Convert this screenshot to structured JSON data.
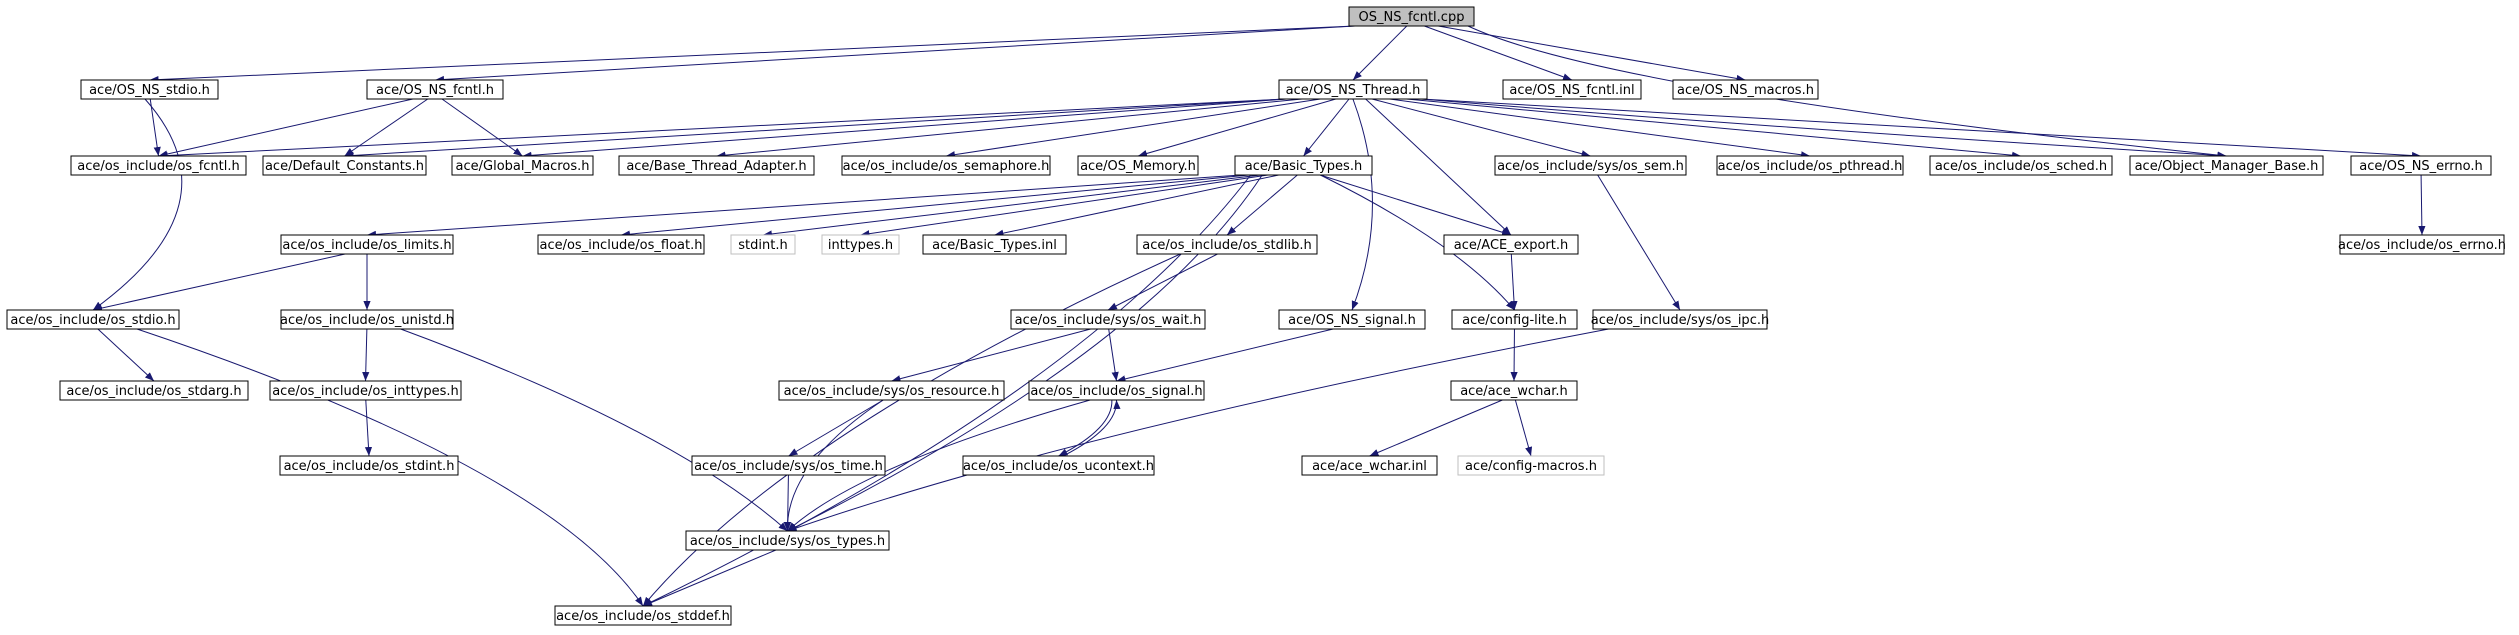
{
  "colors": {
    "edge": "#191970",
    "root_fill": "#bfbfbf",
    "node_border": "#000000",
    "missing_border": "#bfbfbf",
    "background": "#ffffff"
  },
  "nodes": [
    {
      "id": "n0",
      "label": "OS_NS_fcntl.cpp",
      "kind": "root"
    },
    {
      "id": "n1",
      "label": "ace/OS_NS_stdio.h"
    },
    {
      "id": "n2",
      "label": "ace/OS_NS_fcntl.h"
    },
    {
      "id": "n3",
      "label": "ace/OS_NS_Thread.h"
    },
    {
      "id": "n4",
      "label": "ace/OS_NS_fcntl.inl"
    },
    {
      "id": "n5",
      "label": "ace/OS_NS_macros.h"
    },
    {
      "id": "n6",
      "label": "ace/os_include/os_fcntl.h"
    },
    {
      "id": "n7",
      "label": "ace/Default_Constants.h"
    },
    {
      "id": "n8",
      "label": "ace/Global_Macros.h"
    },
    {
      "id": "n9",
      "label": "ace/Base_Thread_Adapter.h"
    },
    {
      "id": "n10",
      "label": "ace/os_include/os_semaphore.h"
    },
    {
      "id": "n11",
      "label": "ace/OS_Memory.h"
    },
    {
      "id": "n12",
      "label": "ace/Basic_Types.h"
    },
    {
      "id": "n13",
      "label": "ace/os_include/sys/os_sem.h"
    },
    {
      "id": "n14",
      "label": "ace/os_include/os_pthread.h"
    },
    {
      "id": "n15",
      "label": "ace/os_include/os_sched.h"
    },
    {
      "id": "n16",
      "label": "ace/Object_Manager_Base.h"
    },
    {
      "id": "n17",
      "label": "ace/OS_NS_errno.h"
    },
    {
      "id": "n18",
      "label": "ace/os_include/os_limits.h"
    },
    {
      "id": "n19",
      "label": "ace/os_include/os_float.h"
    },
    {
      "id": "n20",
      "label": "stdint.h",
      "kind": "missing"
    },
    {
      "id": "n21",
      "label": "inttypes.h",
      "kind": "missing"
    },
    {
      "id": "n22",
      "label": "ace/Basic_Types.inl"
    },
    {
      "id": "n23",
      "label": "ace/os_include/os_stdlib.h"
    },
    {
      "id": "n24",
      "label": "ace/ACE_export.h"
    },
    {
      "id": "n25",
      "label": "ace/os_include/os_errno.h"
    },
    {
      "id": "n26",
      "label": "ace/os_include/os_stdio.h"
    },
    {
      "id": "n27",
      "label": "ace/os_include/os_unistd.h"
    },
    {
      "id": "n28",
      "label": "ace/os_include/sys/os_wait.h"
    },
    {
      "id": "n29",
      "label": "ace/OS_NS_signal.h"
    },
    {
      "id": "n30",
      "label": "ace/config-lite.h"
    },
    {
      "id": "n31",
      "label": "ace/os_include/sys/os_ipc.h"
    },
    {
      "id": "n32",
      "label": "ace/os_include/os_stdarg.h"
    },
    {
      "id": "n33",
      "label": "ace/os_include/os_inttypes.h"
    },
    {
      "id": "n34",
      "label": "ace/os_include/sys/os_resource.h"
    },
    {
      "id": "n35",
      "label": "ace/os_include/os_signal.h"
    },
    {
      "id": "n36",
      "label": "ace/ace_wchar.h"
    },
    {
      "id": "n37",
      "label": "ace/os_include/os_stdint.h"
    },
    {
      "id": "n38",
      "label": "ace/os_include/sys/os_time.h"
    },
    {
      "id": "n39",
      "label": "ace/os_include/os_ucontext.h"
    },
    {
      "id": "n40",
      "label": "ace/ace_wchar.inl"
    },
    {
      "id": "n41",
      "label": "ace/config-macros.h",
      "kind": "missing"
    },
    {
      "id": "n42",
      "label": "ace/os_include/sys/os_types.h"
    },
    {
      "id": "n43",
      "label": "ace/os_include/os_stddef.h"
    }
  ],
  "edges": [
    [
      "n0",
      "n1"
    ],
    [
      "n0",
      "n2"
    ],
    [
      "n0",
      "n3"
    ],
    [
      "n0",
      "n4"
    ],
    [
      "n0",
      "n5"
    ],
    [
      "n0",
      "n16"
    ],
    [
      "n1",
      "n6"
    ],
    [
      "n1",
      "n26"
    ],
    [
      "n2",
      "n6"
    ],
    [
      "n2",
      "n7"
    ],
    [
      "n2",
      "n8"
    ],
    [
      "n3",
      "n6"
    ],
    [
      "n3",
      "n7"
    ],
    [
      "n3",
      "n8"
    ],
    [
      "n3",
      "n9"
    ],
    [
      "n3",
      "n10"
    ],
    [
      "n3",
      "n11"
    ],
    [
      "n3",
      "n12"
    ],
    [
      "n3",
      "n13"
    ],
    [
      "n3",
      "n14"
    ],
    [
      "n3",
      "n15"
    ],
    [
      "n3",
      "n16"
    ],
    [
      "n3",
      "n17"
    ],
    [
      "n3",
      "n24"
    ],
    [
      "n3",
      "n29"
    ],
    [
      "n12",
      "n18"
    ],
    [
      "n12",
      "n19"
    ],
    [
      "n12",
      "n20"
    ],
    [
      "n12",
      "n21"
    ],
    [
      "n12",
      "n22"
    ],
    [
      "n12",
      "n23"
    ],
    [
      "n12",
      "n24"
    ],
    [
      "n12",
      "n30"
    ],
    [
      "n12",
      "n42"
    ],
    [
      "n12",
      "n43"
    ],
    [
      "n13",
      "n31"
    ],
    [
      "n17",
      "n25"
    ],
    [
      "n18",
      "n26"
    ],
    [
      "n18",
      "n27"
    ],
    [
      "n26",
      "n32"
    ],
    [
      "n26",
      "n43"
    ],
    [
      "n27",
      "n33"
    ],
    [
      "n27",
      "n42"
    ],
    [
      "n33",
      "n37"
    ],
    [
      "n23",
      "n28"
    ],
    [
      "n23",
      "n43"
    ],
    [
      "n28",
      "n34"
    ],
    [
      "n28",
      "n35"
    ],
    [
      "n29",
      "n35"
    ],
    [
      "n24",
      "n30"
    ],
    [
      "n30",
      "n36"
    ],
    [
      "n36",
      "n40"
    ],
    [
      "n36",
      "n41"
    ],
    [
      "n31",
      "n42"
    ],
    [
      "n34",
      "n38"
    ],
    [
      "n34",
      "n42"
    ],
    [
      "n38",
      "n42"
    ],
    [
      "n35",
      "n39"
    ],
    [
      "n39",
      "n35"
    ],
    [
      "n35",
      "n42"
    ],
    [
      "n42",
      "n43"
    ]
  ]
}
